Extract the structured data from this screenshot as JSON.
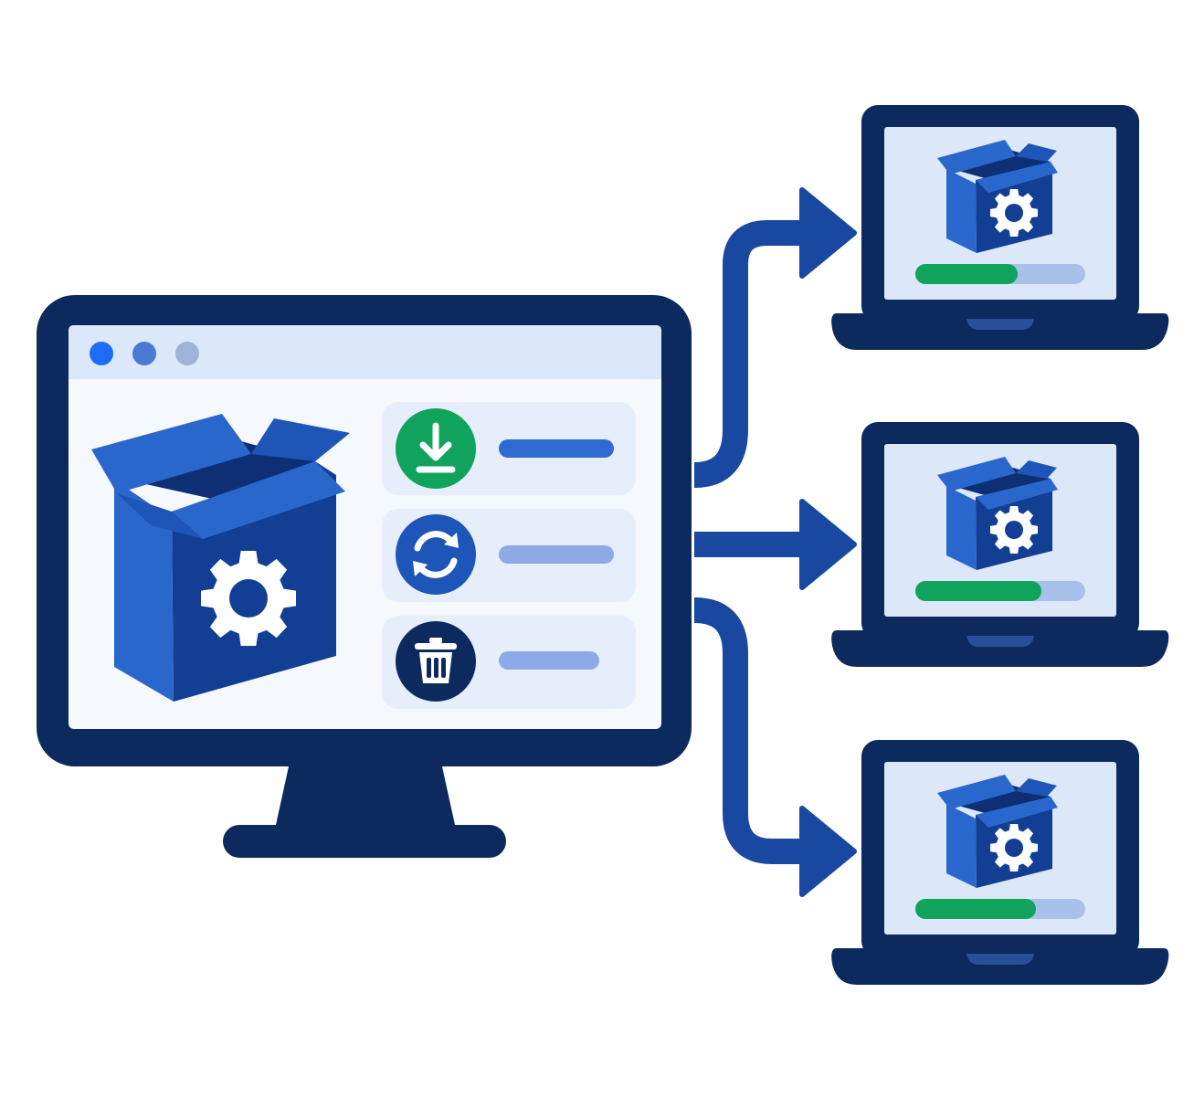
{
  "colors": {
    "navy": "#0d2a5e",
    "brand_blue": "#1d55b8",
    "box_dark": "#123f94",
    "box_light": "#2a67cc",
    "box_side": "#0f3a8c",
    "screen_bg": "#f5f8fd",
    "titlebar_bg": "#dbe8fa",
    "row_bg": "#e6eefb",
    "laptop_screen": "#dce8f8",
    "progress_green": "#0fa35b",
    "progress_track": "#a8c1ea",
    "bar_blue": "#2e6ad2",
    "bar_light": "#8fa9e6",
    "dot_blue": "#1b6ef3",
    "dot_mid": "#4a79d6",
    "dot_gray": "#9fb2d8",
    "arrow": "#1848a0"
  },
  "source_computer": {
    "window_controls": [
      "dot-blue",
      "dot-mid",
      "dot-gray"
    ],
    "package_icon": "package-gear-icon",
    "actions": [
      {
        "name": "install",
        "icon": "download-icon",
        "icon_color": "#0fa35b"
      },
      {
        "name": "update",
        "icon": "sync-icon",
        "icon_color": "#1d55b8"
      },
      {
        "name": "uninstall",
        "icon": "trash-icon",
        "icon_color": "#0d2a5e"
      }
    ]
  },
  "target_laptops": [
    {
      "name": "laptop-1",
      "icon": "package-gear-icon",
      "progress": 0.6
    },
    {
      "name": "laptop-2",
      "icon": "package-gear-icon",
      "progress": 0.74
    },
    {
      "name": "laptop-3",
      "icon": "package-gear-icon",
      "progress": 0.71
    }
  ]
}
